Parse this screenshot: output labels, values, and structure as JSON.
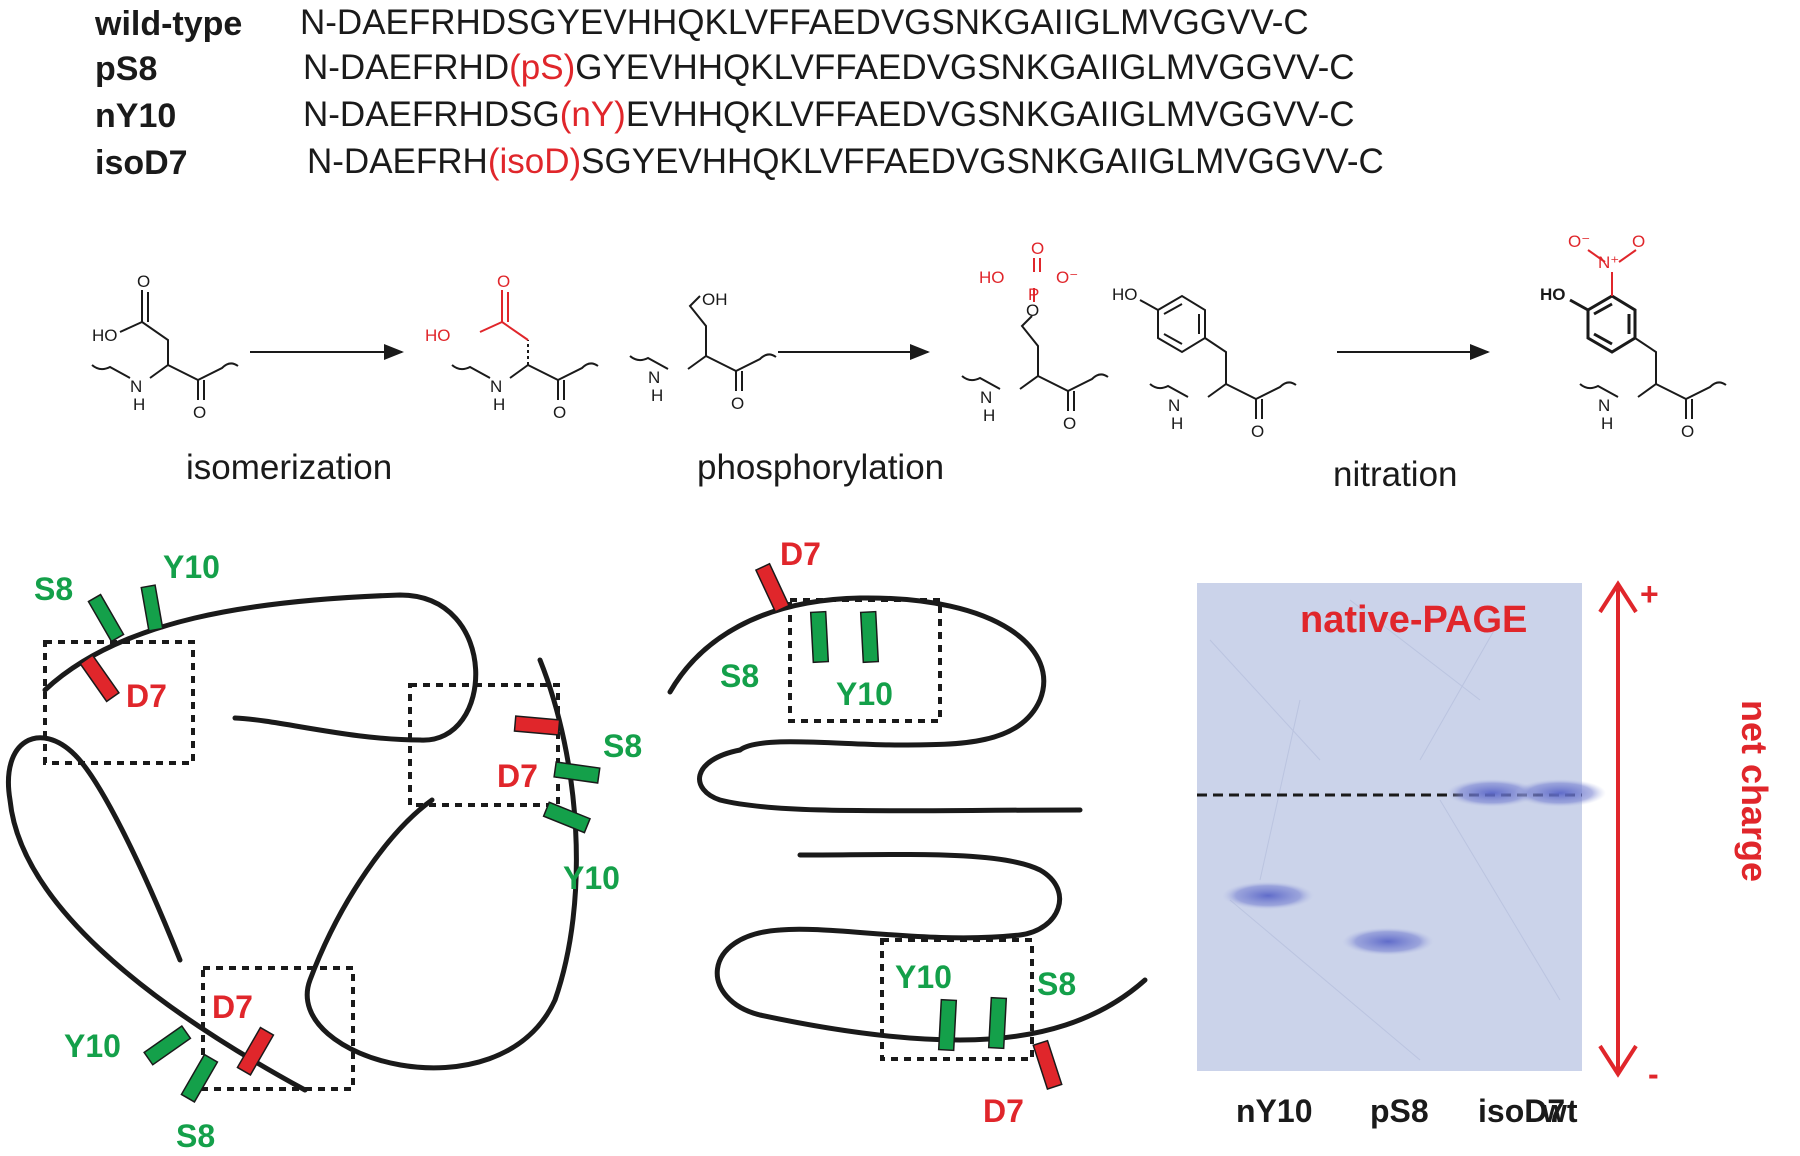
{
  "sequences": [
    {
      "name": "wild-type",
      "pre": "N-DAEFRHDSGYEVHHQKLVFFAEDVGSNKGAIIGLMVGGVV-C",
      "mod": "",
      "post": ""
    },
    {
      "name": "pS8",
      "pre": "N-DAEFRHD",
      "mod": "(pS)",
      "post": "GYEVHHQKLVFFAEDVGSNKGAIIGLMVGGVV-C"
    },
    {
      "name": "nY10",
      "pre": "N-DAEFRHDSG",
      "mod": "(nY)",
      "post": "EVHHQKLVFFAEDVGSNKGAIIGLMVGGVV-C"
    },
    {
      "name": "isoD7",
      "pre": "N-DAEFRH",
      "mod": "(isoD)",
      "post": "SGYEVHHQKLVFFAEDVGSNKGAIIGLMVGGVV-C"
    }
  ],
  "reactions": {
    "isomerization": "isomerization",
    "phosphorylation": "phosphorylation",
    "nitration": "nitration"
  },
  "chem": {
    "ho": "HO",
    "oh": "OH",
    "o": "O",
    "nh": "NH",
    "h": "H",
    "n": "N",
    "p": "P",
    "o_minus": "O⁻",
    "n_plus": "N⁺"
  },
  "residues": {
    "d7": "D7",
    "s8": "S8",
    "y10": "Y10"
  },
  "gel": {
    "title": "native-PAGE",
    "lanes": [
      "nY10",
      "pS8",
      "isoD7",
      "wt"
    ],
    "band_offsets_rel_to_line": [
      0.38,
      0.55,
      0.0,
      0.0
    ],
    "plus": "+",
    "minus": "-",
    "axis_label": "net charge"
  },
  "colors": {
    "red": "#e0262b",
    "green": "#14a04a",
    "black": "#1a1a1a",
    "gel": "#cbd3ea",
    "band": "#5a66c8"
  }
}
